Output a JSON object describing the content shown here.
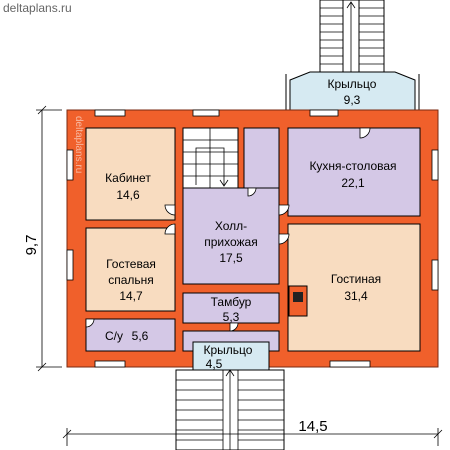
{
  "watermark": "deltaplans.ru",
  "colors": {
    "wall": "#f0602b",
    "wall_outline": "#7a2a10",
    "room_beige": "#f8dcc0",
    "room_lilac": "#d4c8e6",
    "porch_blue": "#d6eaf2",
    "window": "#ffffff"
  },
  "dimensions": {
    "height": "9,7",
    "width": "14,5"
  },
  "rooms": {
    "porch_top": {
      "name": "Крыльцо",
      "area": "9,3"
    },
    "study": {
      "name": "Кабинет",
      "area": "14,6"
    },
    "kitchen": {
      "name": "Кухня-столовая",
      "area": "22,1"
    },
    "hall_line1": "Холл-",
    "hall_line2": "прихожая",
    "hall_area": "17,5",
    "guest_line1": "Гостевая",
    "guest_line2": "спальня",
    "guest_area": "14,7",
    "living": {
      "name": "Гостиная",
      "area": "31,4"
    },
    "vestibule": {
      "name": "Тамбур",
      "area": "5,3"
    },
    "bathroom": {
      "name": "С/у",
      "area": "5,6"
    },
    "porch_bottom": {
      "name": "Крыльцо",
      "area": "4,5"
    }
  }
}
